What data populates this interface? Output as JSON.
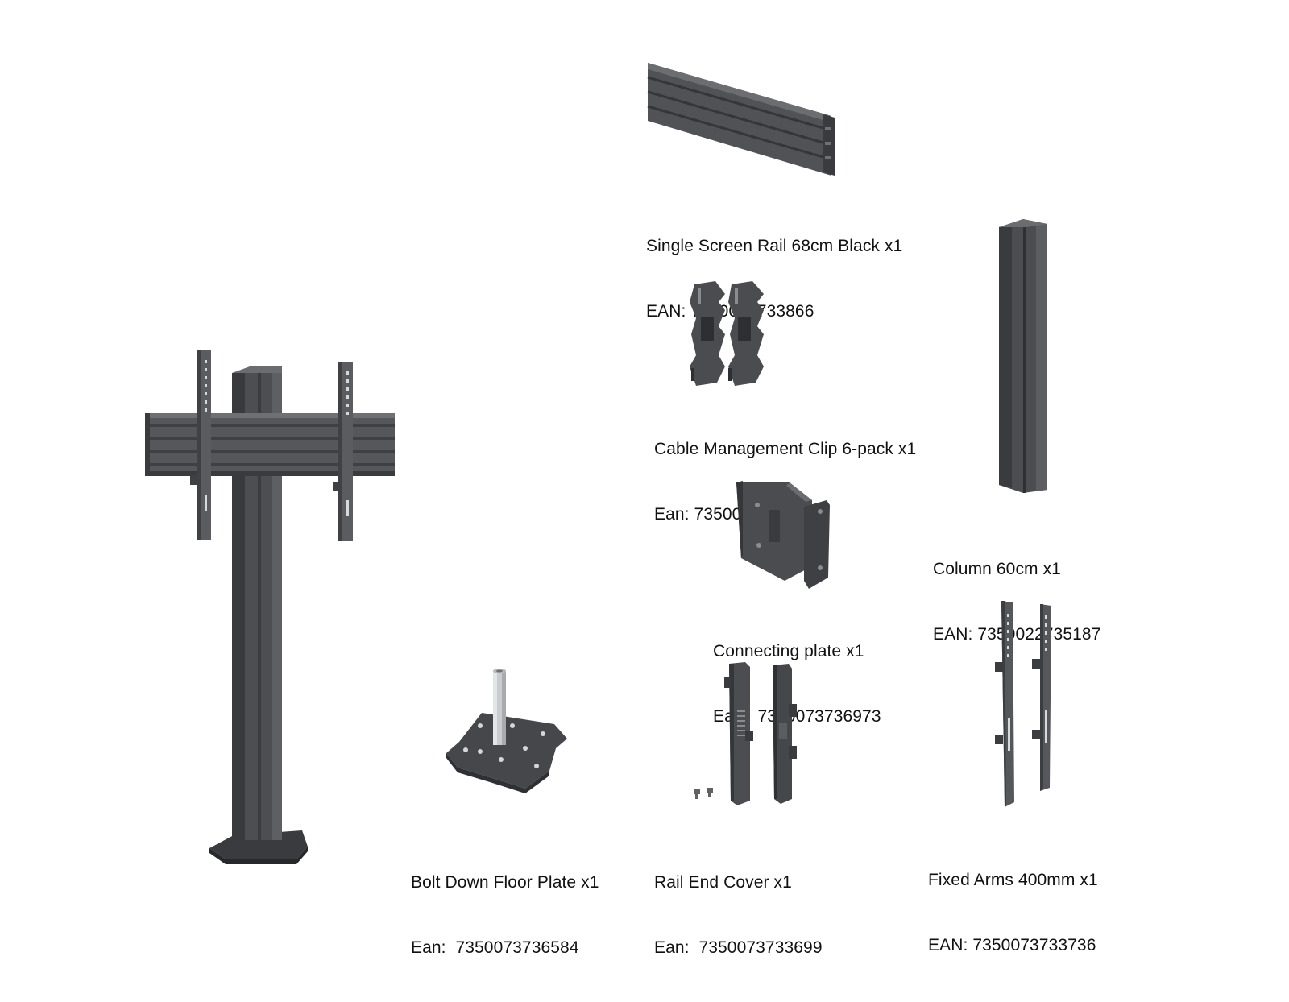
{
  "components": [
    {
      "id": "main-stand",
      "icon": "floor-stand-assembly-illustration"
    },
    {
      "id": "single-screen-rail",
      "icon": "aluminium-rail-illustration",
      "name": "Single Screen Rail 68cm Black x1",
      "code": "EAN: 7350073733866"
    },
    {
      "id": "cable-management-clip",
      "icon": "cable-clip-illustration",
      "name": "Cable Management Clip 6-pack x1",
      "code": "Ean: 7350073737482"
    },
    {
      "id": "column",
      "icon": "column-illustration",
      "name": "Column 60cm x1",
      "code": "EAN: 7350022735187"
    },
    {
      "id": "connecting-plate",
      "icon": "connecting-plate-illustration",
      "name": "Connecting plate x1",
      "code": "Ean:  7350073736973"
    },
    {
      "id": "bolt-down-floor-plate",
      "icon": "floor-plate-illustration",
      "name": "Bolt Down Floor Plate x1",
      "code": "Ean:  7350073736584"
    },
    {
      "id": "rail-end-cover",
      "icon": "rail-end-cover-illustration",
      "name": "Rail End Cover x1",
      "code": "Ean:  7350073733699"
    },
    {
      "id": "fixed-arms",
      "icon": "fixed-arms-illustration",
      "name": "Fixed Arms 400mm x1",
      "code": "EAN: 7350073733736"
    }
  ],
  "colors": {
    "metal_dark": "#3c3d40",
    "metal_mid": "#55575b",
    "metal_light": "#7a7c80",
    "pipe_silver": "#c9cbcf",
    "background": "#ffffff",
    "text": "#111111"
  }
}
